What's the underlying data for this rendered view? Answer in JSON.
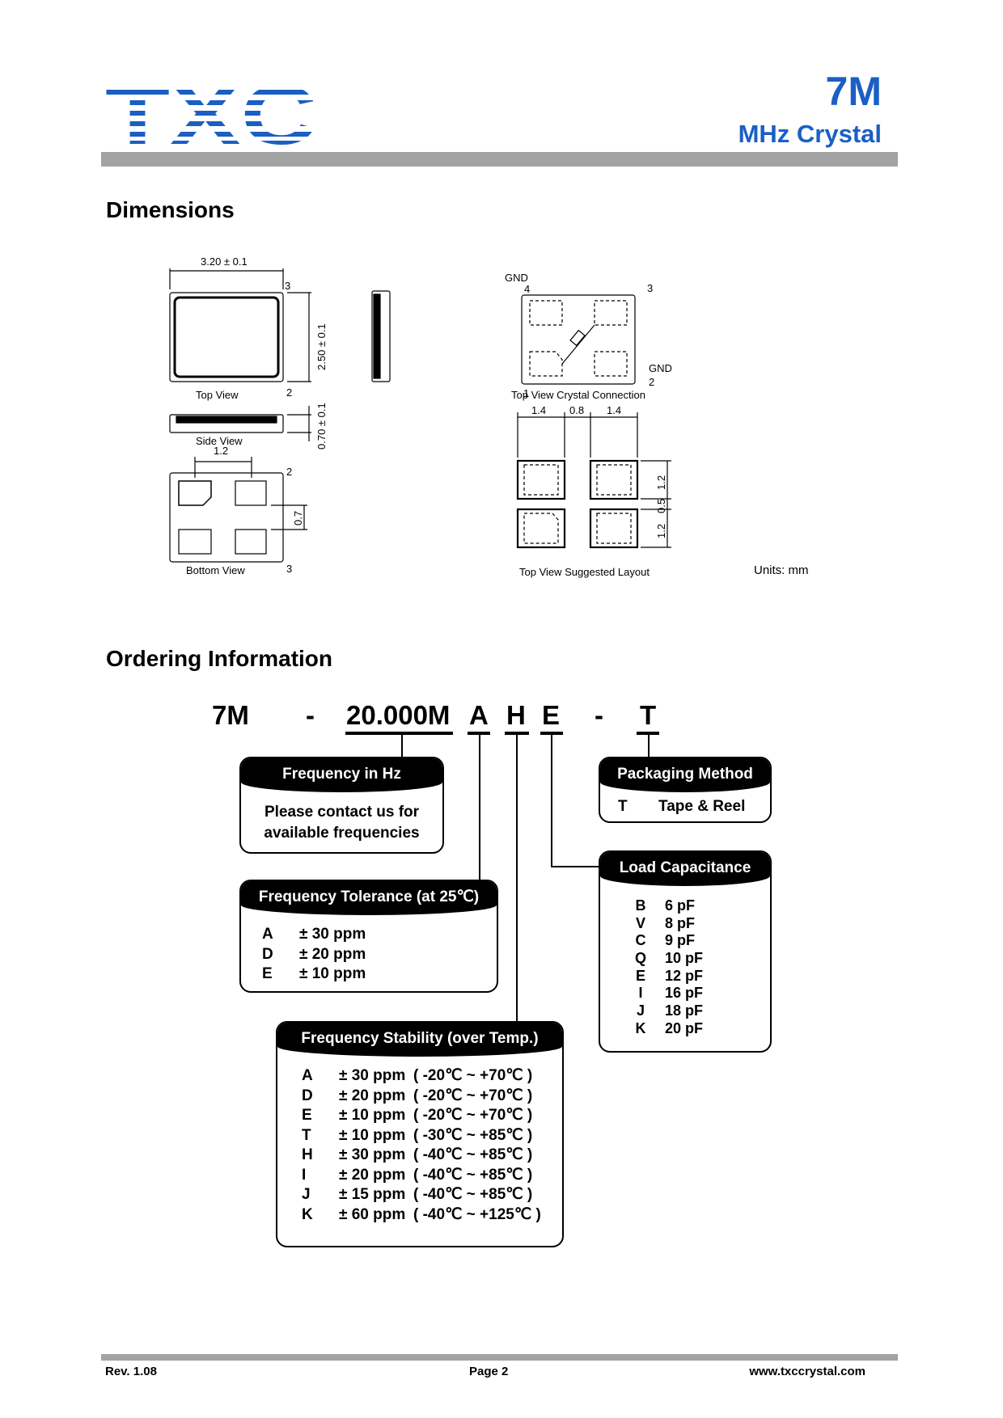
{
  "header": {
    "logo_text": "TXC",
    "product_code": "7M",
    "product_type": "MHz Crystal"
  },
  "sections": {
    "dimensions": "Dimensions",
    "ordering": "Ordering Information"
  },
  "dimensions": {
    "length": "3.20 ± 0.1",
    "width": "2.50 ± 0.1",
    "height": "0.70 ± 0.1",
    "pad_gap": "1.2",
    "pad_height": "0.7",
    "layout_w1": "1.4",
    "layout_gap": "0.8",
    "layout_w2": "1.4",
    "layout_h1": "1.2",
    "layout_hgap": "0.5",
    "layout_h2": "1.2",
    "gnd": "GND",
    "pin1": "1",
    "pin2": "2",
    "pin3": "3",
    "pin4": "4",
    "top_view": "Top View",
    "side_view": "Side View",
    "bottom_view": "Bottom View",
    "crystal_connection": "Top View Crystal Connection",
    "suggested_layout": "Top View Suggested Layout",
    "units": "Units: mm"
  },
  "part_number": {
    "series": "7M",
    "dash1": "-",
    "frequency": "20.000M",
    "tolerance": "A",
    "stability": "H",
    "load": "E",
    "dash2": "-",
    "packaging": "T"
  },
  "boxes": {
    "frequency": {
      "title": "Frequency in Hz",
      "text_line1": "Please contact us for",
      "text_line2": "available frequencies"
    },
    "packaging": {
      "title": "Packaging Method",
      "options": [
        {
          "code": "T",
          "value": "Tape & Reel"
        }
      ]
    },
    "load": {
      "title": "Load Capacitance",
      "options": [
        {
          "code": "B",
          "value": "6 pF"
        },
        {
          "code": "V",
          "value": "8 pF"
        },
        {
          "code": "C",
          "value": "9 pF"
        },
        {
          "code": "Q",
          "value": "10 pF"
        },
        {
          "code": "E",
          "value": "12 pF"
        },
        {
          "code": "I",
          "value": "16 pF"
        },
        {
          "code": "J",
          "value": "18 pF"
        },
        {
          "code": "K",
          "value": "20 pF"
        }
      ]
    },
    "tolerance": {
      "title": "Frequency Tolerance (at 25℃)",
      "options": [
        {
          "code": "A",
          "value": "± 30 ppm"
        },
        {
          "code": "D",
          "value": "± 20 ppm"
        },
        {
          "code": "E",
          "value": "± 10 ppm"
        }
      ]
    },
    "stability": {
      "title": "Frequency Stability (over Temp.)",
      "options": [
        {
          "code": "A",
          "value": "± 30 ppm",
          "range": "( -20℃ ~ +70℃ )"
        },
        {
          "code": "D",
          "value": "± 20 ppm",
          "range": "( -20℃ ~ +70℃ )"
        },
        {
          "code": "E",
          "value": "± 10 ppm",
          "range": "( -20℃ ~ +70℃ )"
        },
        {
          "code": "T",
          "value": "± 10 ppm",
          "range": "( -30℃ ~ +85℃ )"
        },
        {
          "code": "H",
          "value": "± 30 ppm",
          "range": "( -40℃ ~ +85℃ )"
        },
        {
          "code": "I",
          "value": "± 20 ppm",
          "range": "( -40℃ ~ +85℃ )"
        },
        {
          "code": "J",
          "value": "± 15 ppm",
          "range": "( -40℃ ~ +85℃ )"
        },
        {
          "code": "K",
          "value": "± 60 ppm",
          "range": "( -40℃ ~ +125℃ )"
        }
      ]
    }
  },
  "footer": {
    "rev": "Rev. 1.08",
    "page": "Page 2",
    "url": "www.txccrystal.com"
  },
  "colors": {
    "brand_blue": "#1a5fc4",
    "bar_gray": "#a3a3a3"
  }
}
